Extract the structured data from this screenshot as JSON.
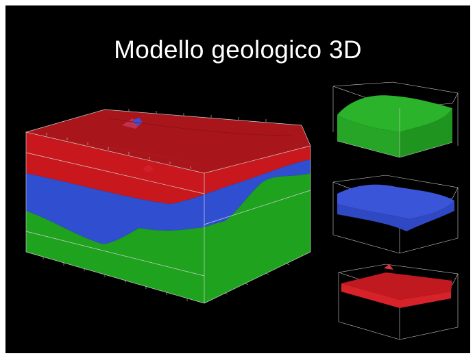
{
  "slide": {
    "title": "Modello geologico 3D"
  },
  "colors": {
    "background": "#000000",
    "title": "#ffffff",
    "layer_top": "#c8181e",
    "layer_middle": "#2f4fd0",
    "layer_bottom": "#1fa31f",
    "frame": "#cfcfcf"
  },
  "models": {
    "main": "combined-model",
    "thumbnails": [
      "green-layer-model",
      "blue-layer-model",
      "red-layer-model"
    ]
  }
}
